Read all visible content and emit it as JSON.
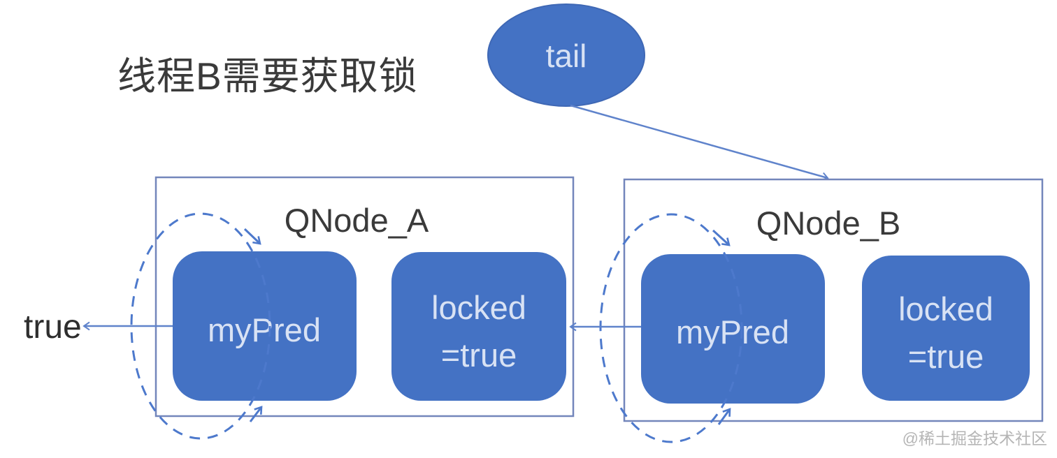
{
  "heading": {
    "text": "线程B需要获取锁"
  },
  "tail": {
    "label": "tail"
  },
  "qnode_a": {
    "title": "QNode_A",
    "mypred_label": "myPred",
    "locked_line1": "locked",
    "locked_line2": "=true"
  },
  "qnode_b": {
    "title": "QNode_B",
    "mypred_label": "myPred",
    "locked_line1": "locked",
    "locked_line2": "=true"
  },
  "left_value": {
    "text": "true"
  },
  "watermark": {
    "text": "@稀土掘金技术社区"
  },
  "colors": {
    "node_fill": "#4472c4",
    "node_text": "#d8e2f4",
    "box_border": "#7386bb",
    "connector": "#5f83cb",
    "dashed_loop": "#4d79cc",
    "heading_text": "#3a3a3a",
    "watermark_text": "#b5b5b5",
    "background": "#ffffff"
  }
}
